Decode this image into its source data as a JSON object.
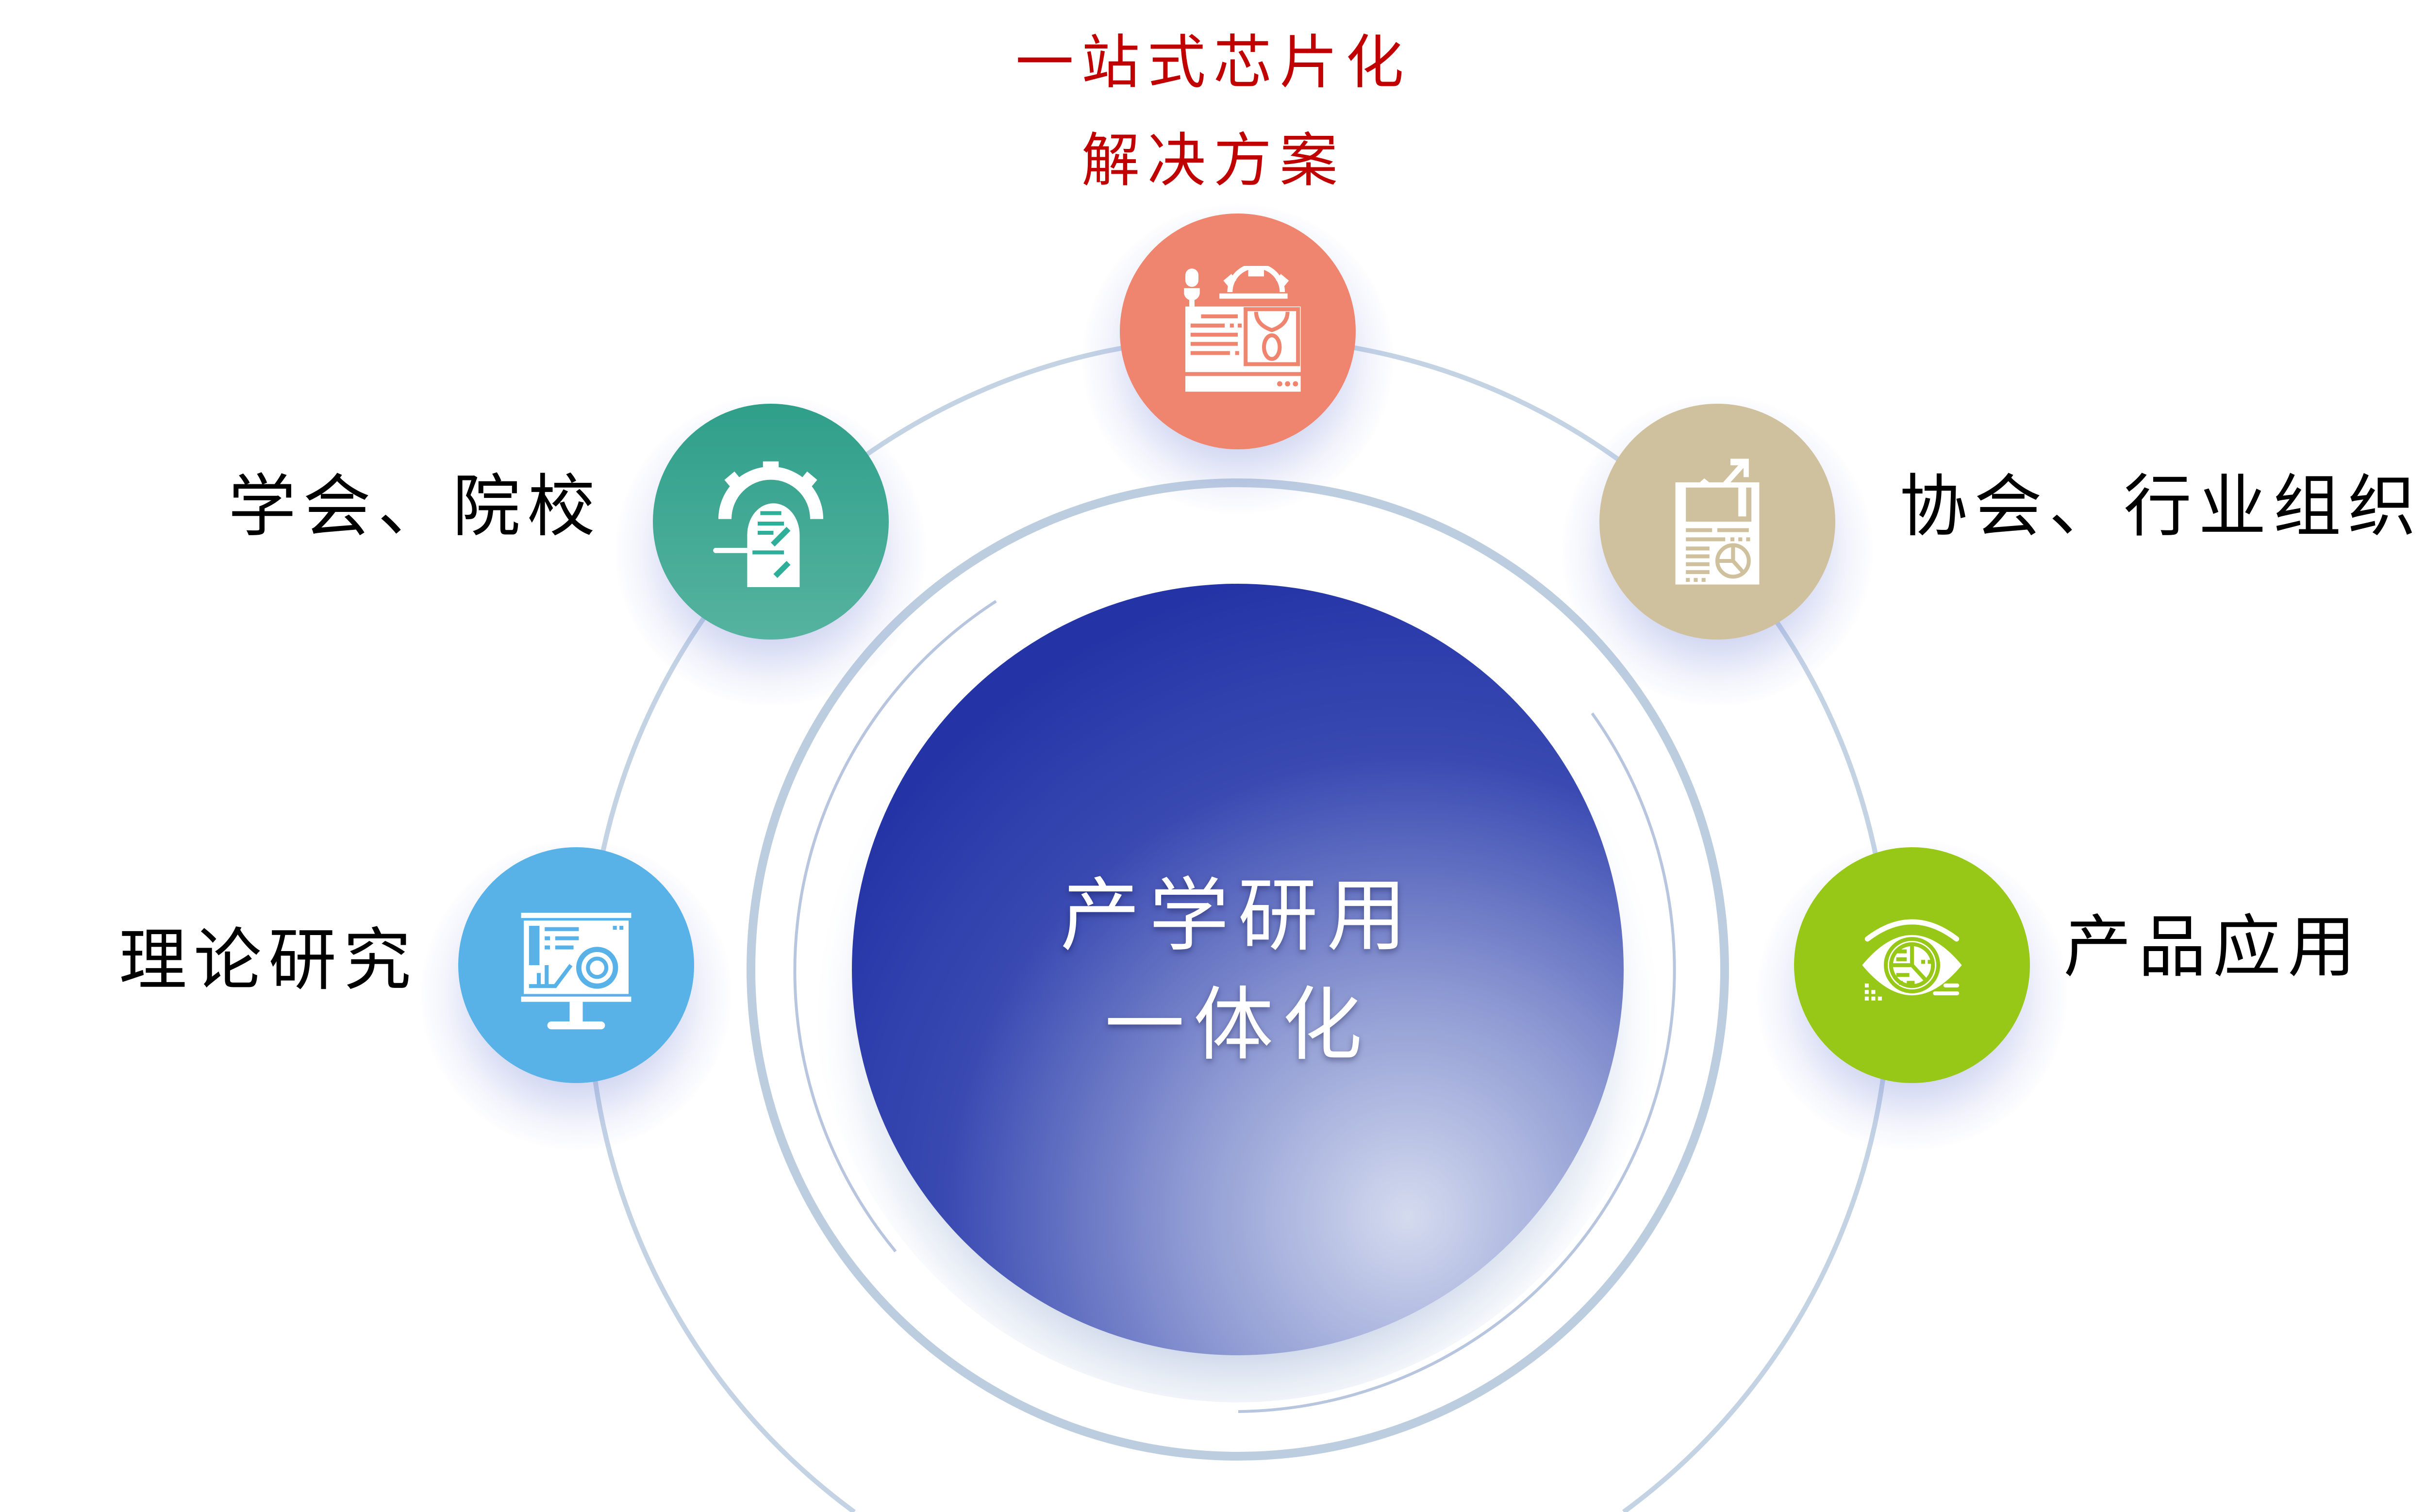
{
  "title": {
    "line1": "一站式芯片化",
    "line2": "解决方案",
    "color": "#c00000"
  },
  "center": {
    "line1": "产学研用",
    "line2": "一体化",
    "gradient_dark": "#2536a8",
    "gradient_light": "#c7d0ea"
  },
  "nodes": [
    {
      "id": "top",
      "label_line1": "一站式芯片化",
      "label_line2": "解决方案",
      "icon": "computer-gear-lock-icon",
      "color": "#ef846f"
    },
    {
      "id": "upper-left",
      "label": "学会、院校",
      "icon": "gear-head-circuit-icon",
      "color": "#35a38e"
    },
    {
      "id": "upper-right",
      "label": "协会、行业组织",
      "icon": "report-chart-icon",
      "color": "#d0c19e"
    },
    {
      "id": "lower-left",
      "label": "理论研究",
      "icon": "presentation-board-icon",
      "color": "#58b2e8"
    },
    {
      "id": "lower-right",
      "label": "产品应用",
      "icon": "eye-pie-chart-icon",
      "color": "#98c817"
    }
  ],
  "colors": {
    "ring": "#bfd0e2",
    "glow": "#8d97d8"
  }
}
